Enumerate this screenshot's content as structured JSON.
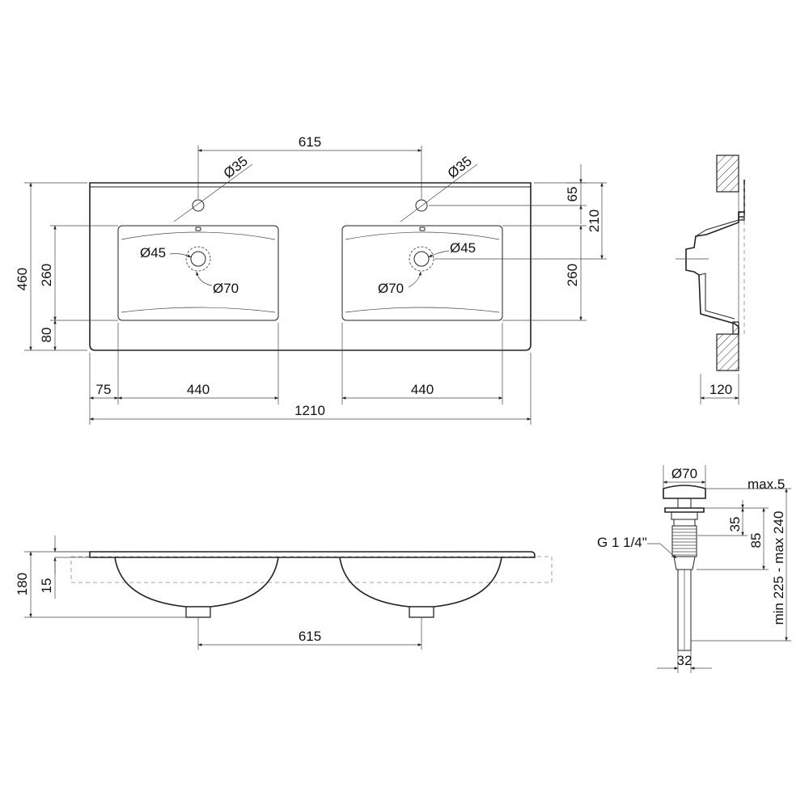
{
  "dimensions": {
    "top_tap_spacing": "615",
    "tap_hole_left": "Ø35",
    "tap_hole_right": "Ø35",
    "drain_left": "Ø45",
    "drain_left_outer": "Ø70",
    "drain_right": "Ø45",
    "drain_right_outer": "Ø70",
    "overall_depth": "460",
    "bowl_depth_left": "260",
    "front_edge": "80",
    "tap_offset": "65",
    "drain_offset": "210",
    "bowl_depth_right": "260",
    "left_margin": "75",
    "bowl_width_left": "440",
    "bowl_width_right": "440",
    "overall_width": "1210",
    "side_depth": "120",
    "height_total": "180",
    "top_thickness": "15",
    "drain_spacing_front": "615"
  },
  "drain_valve": {
    "cap_diameter": "Ø70",
    "cap_gap": "max.5",
    "thread": "G 1 1/4\"",
    "cap_height": "35",
    "body_height": "85",
    "total_length": "min 225 - max 240",
    "pipe_diameter": "32"
  }
}
